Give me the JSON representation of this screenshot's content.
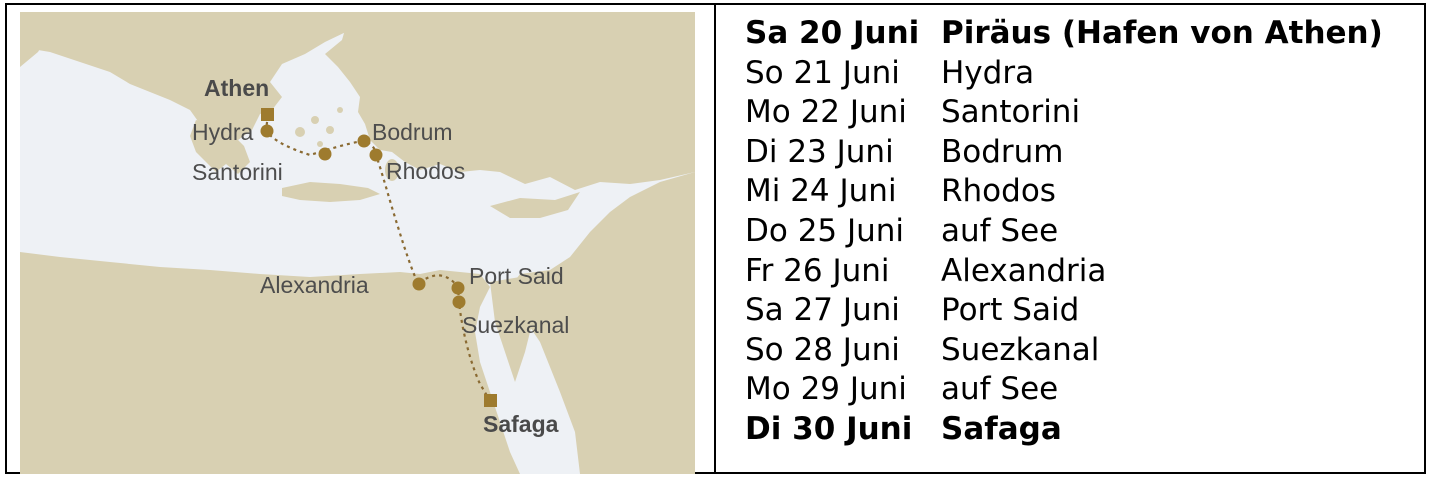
{
  "map": {
    "labels": {
      "athen": "Athen",
      "hydra": "Hydra",
      "santorini": "Santorini",
      "bodrum": "Bodrum",
      "rhodos": "Rhodos",
      "alexandria": "Alexandria",
      "port_said": "Port Said",
      "suezkanal": "Suezkanal",
      "safaga": "Safaga"
    },
    "colors": {
      "land": "#d8d0b2",
      "sea": "#eef1f5",
      "marker": "#9e7b2e",
      "route": "#8a6a32"
    }
  },
  "itinerary": [
    {
      "date": "Sa 20 Juni",
      "place": "Piräus (Hafen von Athen)",
      "bold": true
    },
    {
      "date": "So 21 Juni",
      "place": "Hydra",
      "bold": false
    },
    {
      "date": "Mo 22 Juni",
      "place": "Santorini",
      "bold": false
    },
    {
      "date": "Di 23 Juni",
      "place": "Bodrum",
      "bold": false
    },
    {
      "date": "Mi 24 Juni",
      "place": "Rhodos",
      "bold": false
    },
    {
      "date": "Do 25 Juni",
      "place": "auf See",
      "bold": false
    },
    {
      "date": "Fr 26 Juni",
      "place": "Alexandria",
      "bold": false
    },
    {
      "date": "Sa 27 Juni",
      "place": "Port Said",
      "bold": false
    },
    {
      "date": "So 28 Juni",
      "place": "Suezkanal",
      "bold": false
    },
    {
      "date": "Mo 29 Juni",
      "place": "auf See",
      "bold": false
    },
    {
      "date": "Di 30 Juni",
      "place": "Safaga",
      "bold": true
    }
  ]
}
